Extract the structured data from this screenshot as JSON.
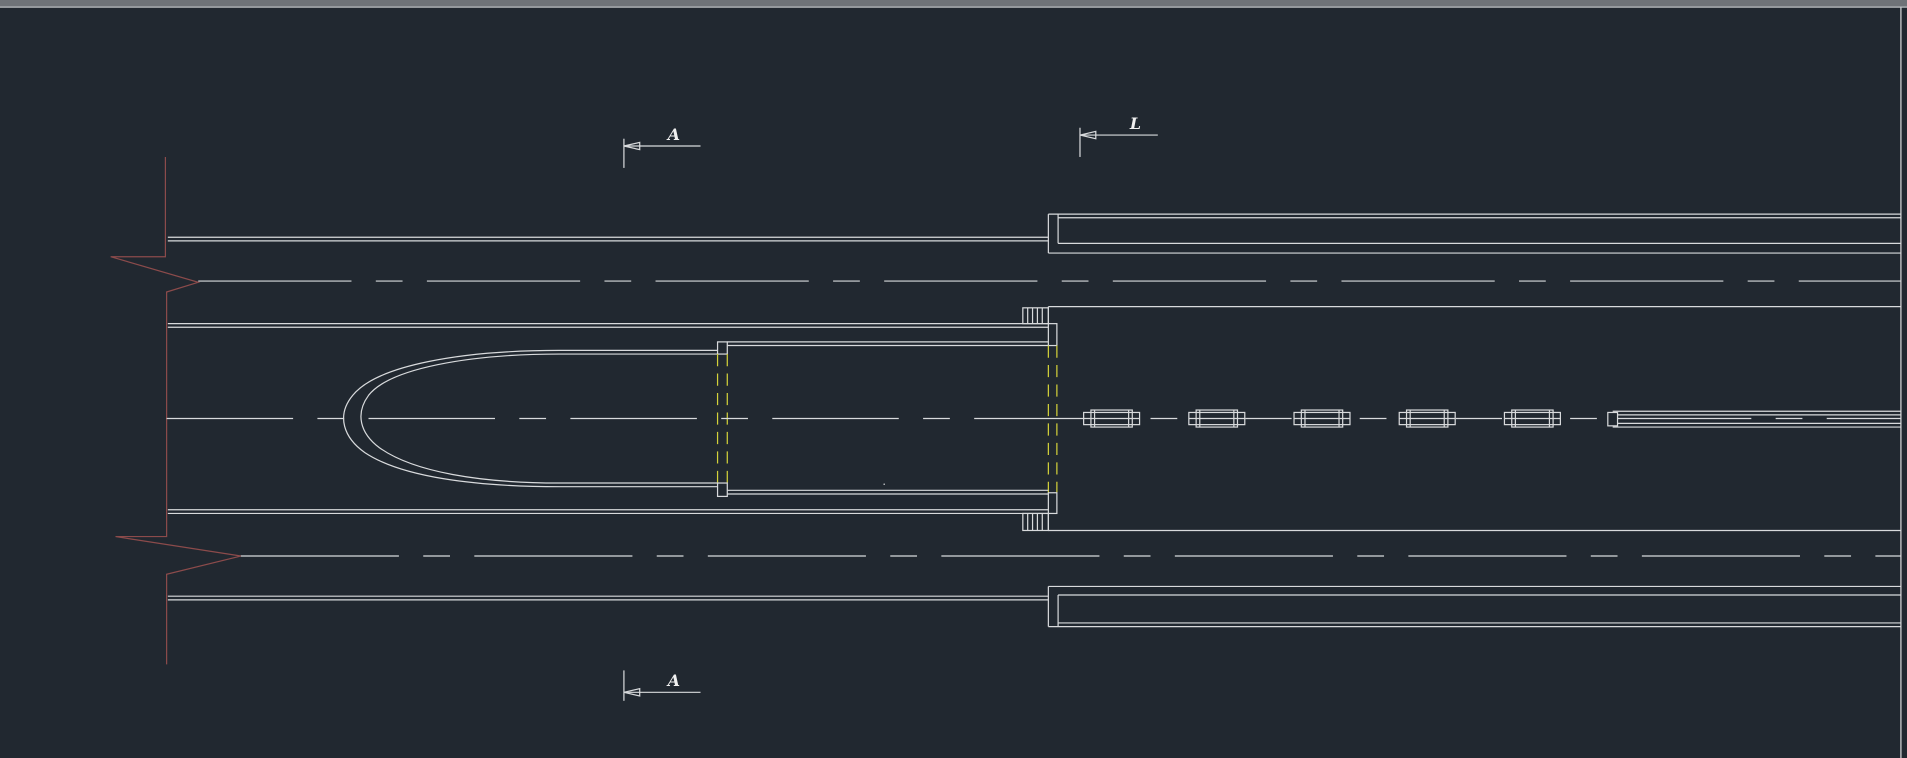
{
  "drawing": {
    "background": "#212830",
    "line_color": "#d8dadc",
    "break_line_color": "#8c4b4b",
    "hidden_line_color": "#d4d23a",
    "section_marks": [
      {
        "label": "A"
      },
      {
        "label": "L"
      },
      {
        "label": "A"
      }
    ],
    "pier_count": 5
  }
}
